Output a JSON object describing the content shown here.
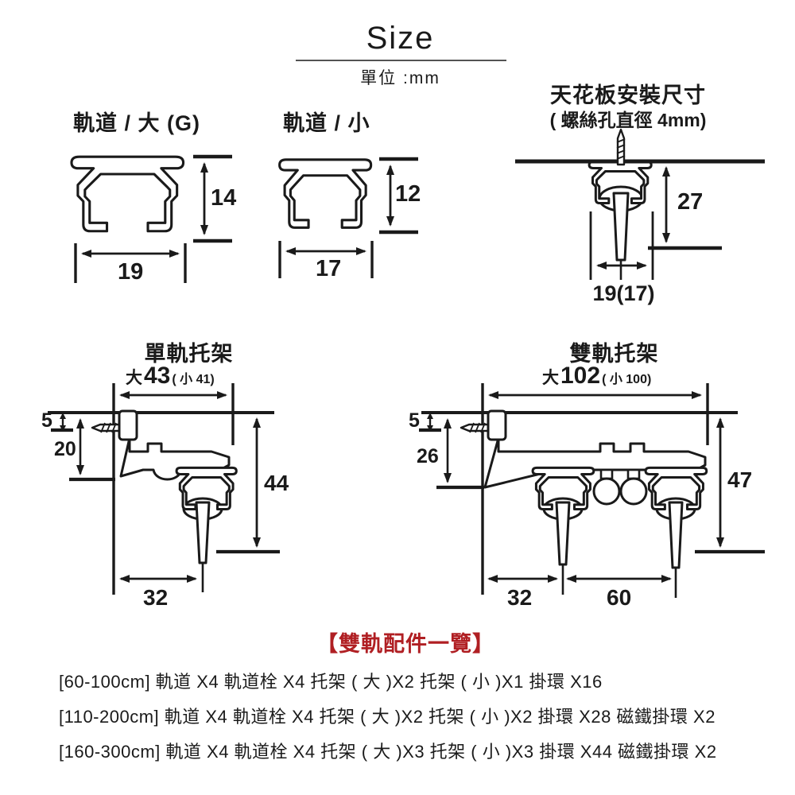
{
  "header": {
    "title": "Size",
    "unit": "單位 :mm"
  },
  "colors": {
    "ink": "#1a1a1a",
    "accent_red": "#B01F23"
  },
  "track_large": {
    "label": "軌道 / 大 (G)",
    "height": "14",
    "width": "19"
  },
  "track_small": {
    "label": "軌道 / 小",
    "height": "12",
    "width": "17"
  },
  "ceiling": {
    "title": "天花板安裝尺寸",
    "subtitle": "( 螺絲孔直徑 4mm)",
    "drop": "27",
    "width": "19(17)"
  },
  "single_bracket": {
    "title": "單軌托架",
    "top_prefix": "大",
    "top_big": "43",
    "top_small": "( 小 41)",
    "screw_offset": "5",
    "wall_drop": "20",
    "total_drop": "44",
    "track_offset": "32"
  },
  "double_bracket": {
    "title": "雙軌托架",
    "top_prefix": "大",
    "top_big": "102",
    "top_small": "( 小 100)",
    "screw_offset": "5",
    "wall_drop": "26",
    "total_drop": "47",
    "track_offset": "32",
    "track_gap": "60"
  },
  "accessories": {
    "title": "【雙軌配件一覽】",
    "rows": [
      "[60-100cm]   軌道 X4 軌道栓 X4 托架 ( 大 )X2 托架 ( 小 )X1 掛環 X16",
      "[110-200cm] 軌道 X4 軌道栓 X4 托架 ( 大 )X2 托架 ( 小 )X2 掛環 X28 磁鐵掛環 X2",
      "[160-300cm] 軌道 X4 軌道栓 X4 托架 ( 大 )X3 托架 ( 小 )X3 掛環 X44 磁鐵掛環 X2"
    ]
  }
}
